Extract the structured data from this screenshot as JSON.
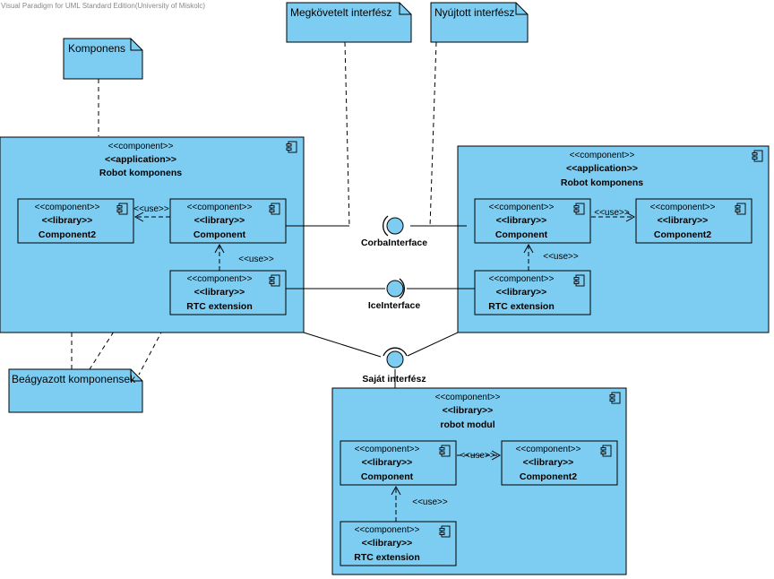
{
  "watermark": "Visual Paradigm for UML Standard Edition(University of Miskolc)",
  "colors": {
    "fill": "#7dcdf2",
    "stroke": "#000000",
    "background": "#ffffff"
  },
  "stereotypes": {
    "component": "<<component>>",
    "application": "<<application>>",
    "library": "<<library>>",
    "use": "<<use>>"
  },
  "notes": {
    "komponens": "Komponens",
    "megkovetelt": "Megkövetelt interfész",
    "nyujtott": "Nyújtott interfész",
    "beagyazott": "Beágyazott komponensek"
  },
  "interfaces": {
    "corba": "CorbaInterface",
    "ice": "IceInterface",
    "sajat": "Saját interfész"
  },
  "containers": {
    "left": {
      "name": "Robot komponens"
    },
    "right": {
      "name": "Robot komponens"
    },
    "bottom": {
      "name": "robot modul"
    }
  },
  "components": {
    "left_component2": "Component2",
    "left_component": "Component",
    "left_rtc": "RTC extension",
    "right_component": "Component",
    "right_component2": "Component2",
    "right_rtc": "RTC extension",
    "bottom_component": "Component",
    "bottom_component2": "Component2",
    "bottom_rtc": "RTC extension"
  },
  "icons": {
    "component": "component-icon",
    "provided": "lollipop-icon",
    "required": "socket-icon"
  }
}
